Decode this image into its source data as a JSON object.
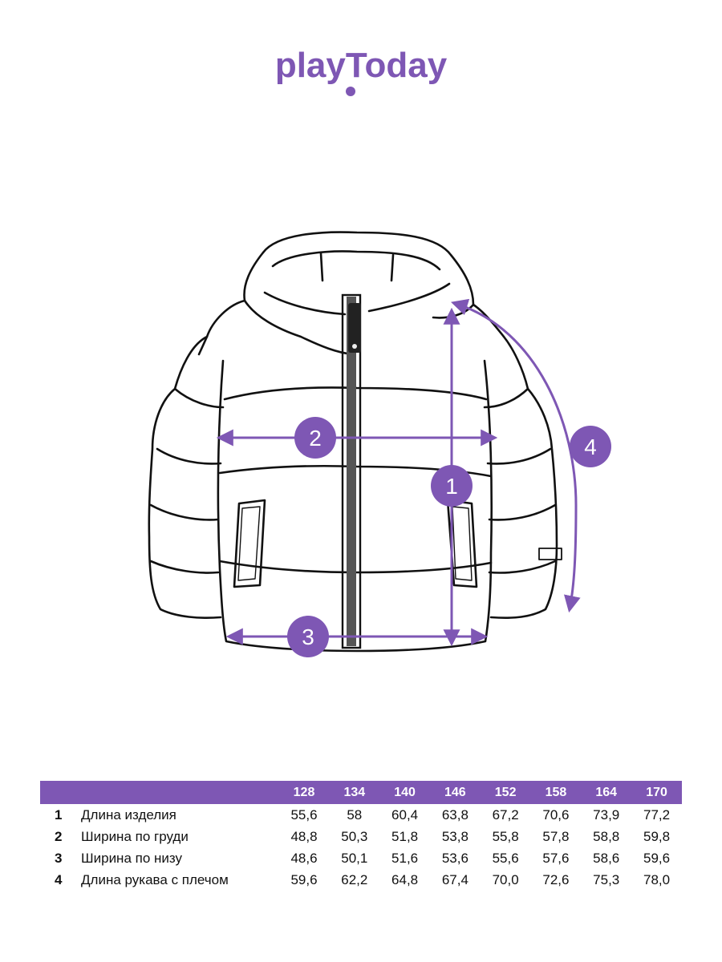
{
  "brand": {
    "logo_text": "playToday",
    "color": "#7e57b4"
  },
  "diagram": {
    "accent_color": "#7e57b4",
    "line_color": "#111111",
    "markers": [
      {
        "id": "1",
        "label": "1"
      },
      {
        "id": "2",
        "label": "2"
      },
      {
        "id": "3",
        "label": "3"
      },
      {
        "id": "4",
        "label": "4"
      }
    ]
  },
  "table": {
    "header_color": "#7e57b4",
    "sizes": [
      "128",
      "134",
      "140",
      "146",
      "152",
      "158",
      "164",
      "170"
    ],
    "rows": [
      {
        "num": "1",
        "label": "Длина изделия",
        "values": [
          "55,6",
          "58",
          "60,4",
          "63,8",
          "67,2",
          "70,6",
          "73,9",
          "77,2"
        ]
      },
      {
        "num": "2",
        "label": "Ширина по груди",
        "values": [
          "48,8",
          "50,3",
          "51,8",
          "53,8",
          "55,8",
          "57,8",
          "58,8",
          "59,8"
        ]
      },
      {
        "num": "3",
        "label": "Ширина по низу",
        "values": [
          "48,6",
          "50,1",
          "51,6",
          "53,6",
          "55,6",
          "57,6",
          "58,6",
          "59,6"
        ]
      },
      {
        "num": "4",
        "label": "Длина рукава с плечом",
        "values": [
          "59,6",
          "62,2",
          "64,8",
          "67,4",
          "70,0",
          "72,6",
          "75,3",
          "78,0"
        ]
      }
    ]
  }
}
